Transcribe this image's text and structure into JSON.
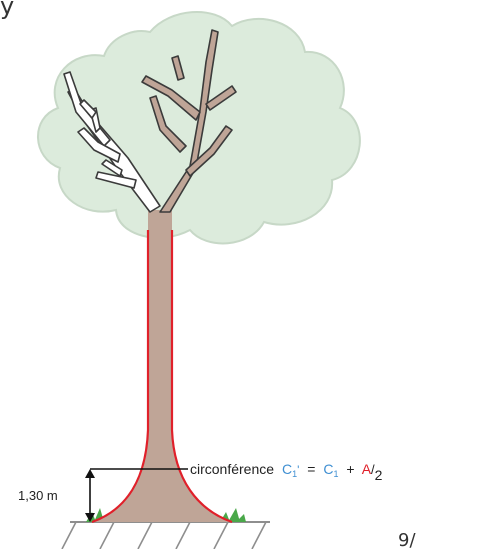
{
  "top_fragment": "y",
  "height_label": "1,30 m",
  "formula": {
    "text": "circonférence",
    "c1_prime": "C",
    "c1_prime_sub": "1",
    "c1_prime_mark": "'",
    "equals": "=",
    "c1": "C",
    "c1_sub": "1",
    "plus": "+",
    "a": "A",
    "div": "/",
    "two": "2"
  },
  "page_mark": "9/",
  "colors": {
    "crown": "#dcebdc",
    "crown_outline": "#c7d8c7",
    "trunk": "#bfa597",
    "branch_stroke": "#3b3b3b",
    "outline": "#e0202a",
    "grass": "#4aa84a",
    "ground": "#8e8e8e",
    "c_blue": "#3f8fd2",
    "a_red": "#e0202a"
  }
}
